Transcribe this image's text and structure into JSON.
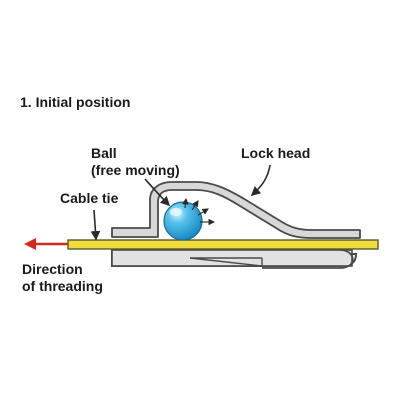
{
  "title": "1. Initial position",
  "labels": {
    "ball_line1": "Ball",
    "ball_line2": "(free moving)",
    "lock_head": "Lock head",
    "cable_tie": "Cable tie",
    "direction_line1": "Direction",
    "direction_line2": "of threading"
  },
  "colors": {
    "tie_fill": "#f0dc3c",
    "tie_stroke": "#5a5a2a",
    "metal_fill": "#d8d8d8",
    "metal_stroke": "#4a4a4a",
    "ball_fill": "#2ea7dc",
    "ball_highlight": "#bfe8f8",
    "arrow_red": "#d42a1e",
    "text": "#1a1a1a"
  },
  "icons": {
    "direction_arrow": "arrow-left-icon",
    "ball": "ball-icon"
  }
}
